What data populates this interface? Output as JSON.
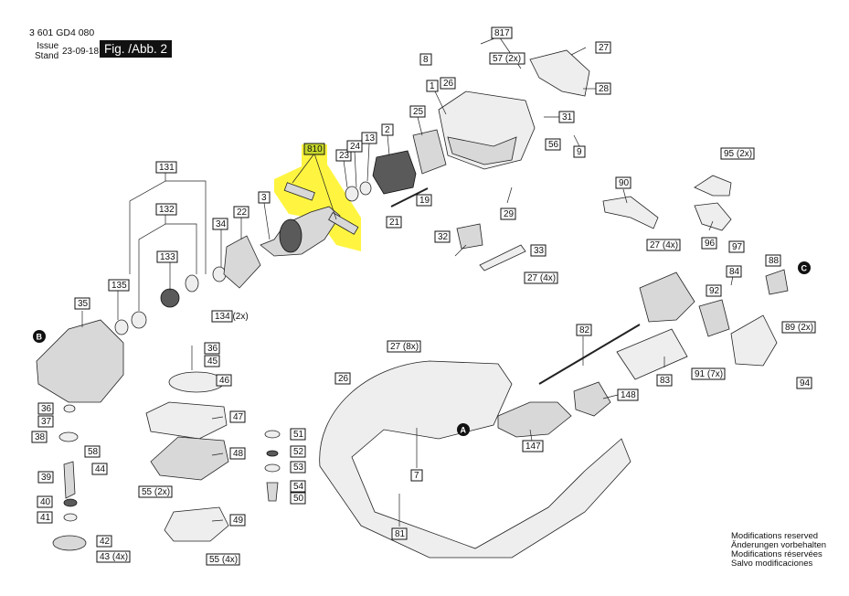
{
  "header": {
    "part_number": "3 601 GD4 080",
    "issue_label_1": "Issue",
    "issue_label_2": "Stand",
    "date": "23-09-18",
    "figure": "Fig. /Abb. 2"
  },
  "footer": {
    "lines": [
      "Modifications reserved",
      "Änderungen vorbehalten",
      "Modifications réservées",
      "Salvo modificaciones"
    ]
  },
  "highlight_label": "810",
  "colors": {
    "highlight": "#fff200",
    "label_border": "#111111",
    "figure_bg": "#111111"
  },
  "labels": [
    "131",
    "132",
    "133",
    "134 (2x)",
    "135",
    "34",
    "3",
    "22",
    "23",
    "24",
    "13",
    "2",
    "25",
    "21",
    "19",
    "32",
    "29",
    "33",
    "27 (4x)",
    "8",
    "26",
    "1",
    "817",
    "57 (2x)",
    "27",
    "28",
    "31",
    "56",
    "9",
    "90",
    "95 (2x)",
    "96",
    "97",
    "27 (4x)",
    "88",
    "84",
    "92",
    "89 (2x)",
    "82",
    "91 (7x)",
    "94",
    "83",
    "148",
    "147",
    "81",
    "7",
    "27 (8x)",
    "26",
    "35",
    "36",
    "45",
    "46",
    "47",
    "48",
    "49",
    "55 (2x)",
    "55 (4x)",
    "36",
    "37",
    "38",
    "58",
    "44",
    "39",
    "40",
    "41",
    "42",
    "43 (4x)",
    "51",
    "52",
    "53",
    "54",
    "50"
  ],
  "connectors": [
    "A",
    "B",
    "C"
  ]
}
